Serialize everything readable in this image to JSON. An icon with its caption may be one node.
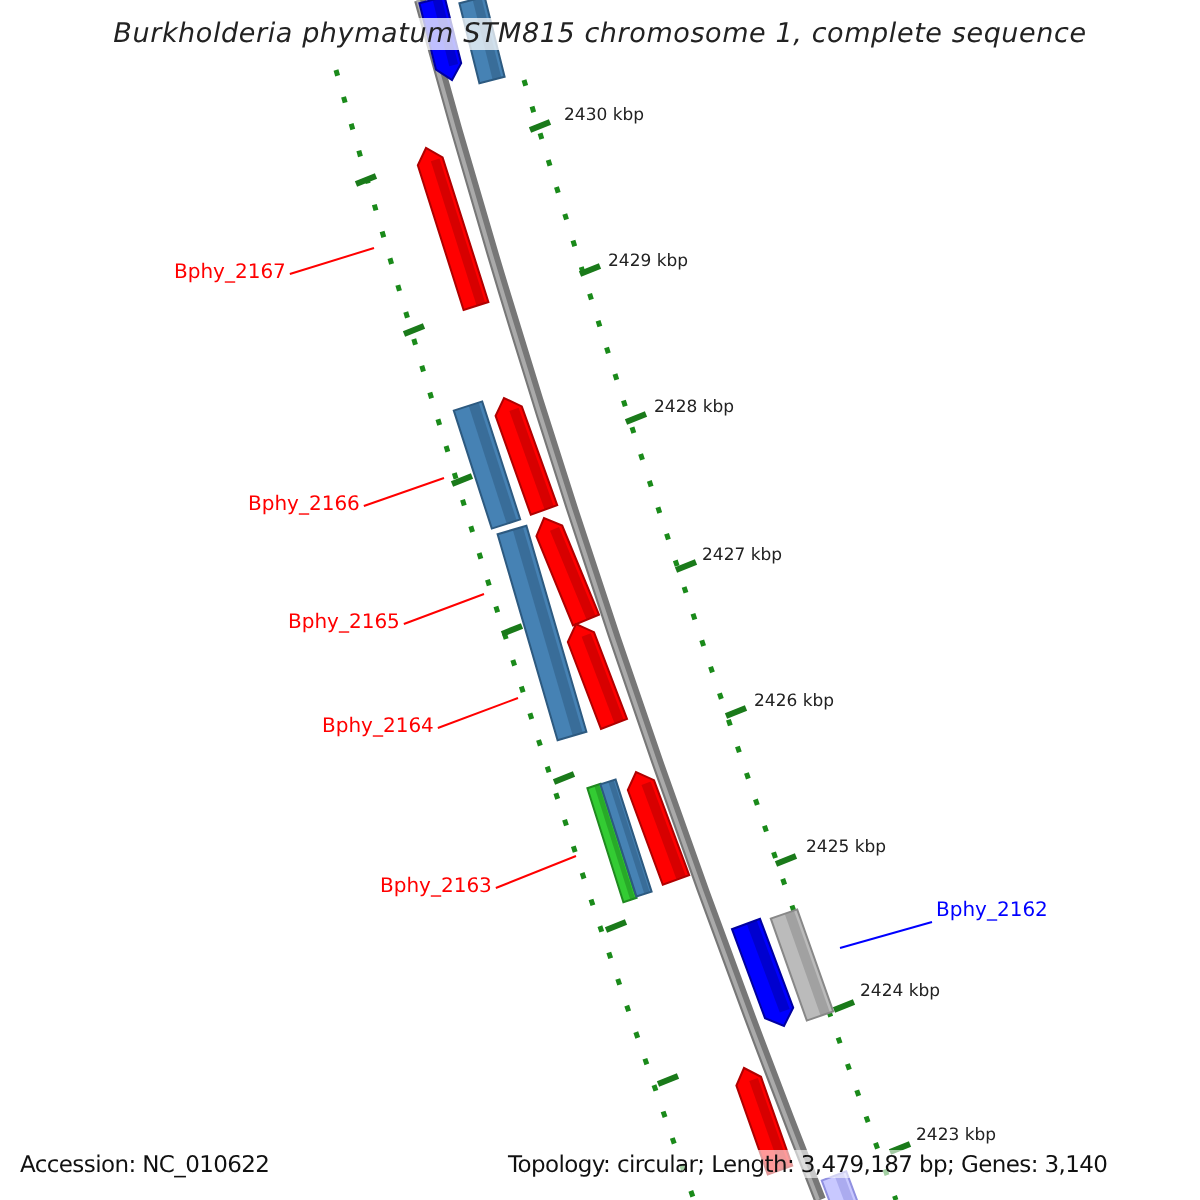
{
  "diagram": {
    "title": "Burkholderia phymatum STM815 chromosome 1, complete sequence",
    "nodes": [
      {
        "text": [
          "Bphy_2167"
        ]
      },
      {
        "text": [
          "Bphy_2166"
        ]
      },
      {
        "text": [
          "Bphy_2165"
        ]
      },
      {
        "text": [
          "Bphy_2164"
        ]
      },
      {
        "text": [
          "Bphy_2163"
        ]
      },
      {
        "text": [
          "Bphy_2162"
        ]
      }
    ],
    "edges": [
      {
        "from": 0,
        "to": null,
        "arrow": "none"
      },
      {
        "from": 1,
        "to": null,
        "arrow": "none"
      },
      {
        "from": 2,
        "to": null,
        "arrow": "none"
      },
      {
        "from": 3,
        "to": null,
        "arrow": "none"
      },
      {
        "from": 4,
        "to": null,
        "arrow": "none"
      },
      {
        "from": 5,
        "to": null,
        "arrow": "none",
        "color": "#0000ff"
      }
    ],
    "labels": [
      "2430 kbp",
      "2429 kbp",
      "2428 kbp",
      "2427 kbp",
      "2426 kbp",
      "2425 kbp",
      "2424 kbp",
      "2423 kbp",
      "Accession: NC_010622",
      "Topology: circular; Length: 3,479,187 bp; Genes: 3,140"
    ]
  }
}
